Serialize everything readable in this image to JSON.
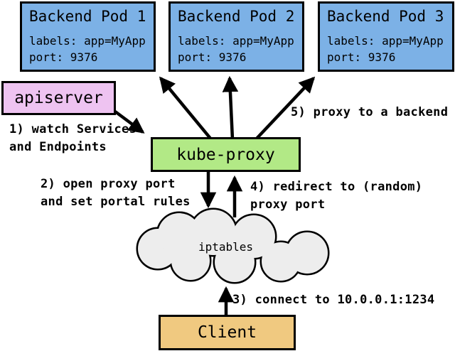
{
  "pods": [
    {
      "title": "Backend Pod 1",
      "labels_line": "labels: app=MyApp",
      "port_line": "port: 9376"
    },
    {
      "title": "Backend Pod 2",
      "labels_line": "labels: app=MyApp",
      "port_line": "port: 9376"
    },
    {
      "title": "Backend Pod 3",
      "labels_line": "labels: app=MyApp",
      "port_line": "port: 9376"
    }
  ],
  "nodes": {
    "apiserver": "apiserver",
    "kube_proxy": "kube-proxy",
    "iptables": "iptables",
    "client": "Client"
  },
  "annotations": {
    "step1": "1) watch Services\nand Endpoints",
    "step2": "2) open proxy port\nand set portal rules",
    "step3": "3) connect to 10.0.0.1:1234",
    "step4": "4) redirect to (random)\nproxy port",
    "step5": "5) proxy to a backend"
  },
  "colors": {
    "pod_fill": "#7cb1e6",
    "apiserver_fill": "#eec3f1",
    "kube_proxy_fill": "#b2e986",
    "client_fill": "#f0c980",
    "cloud_fill": "#ededed",
    "outline": "#000000"
  }
}
